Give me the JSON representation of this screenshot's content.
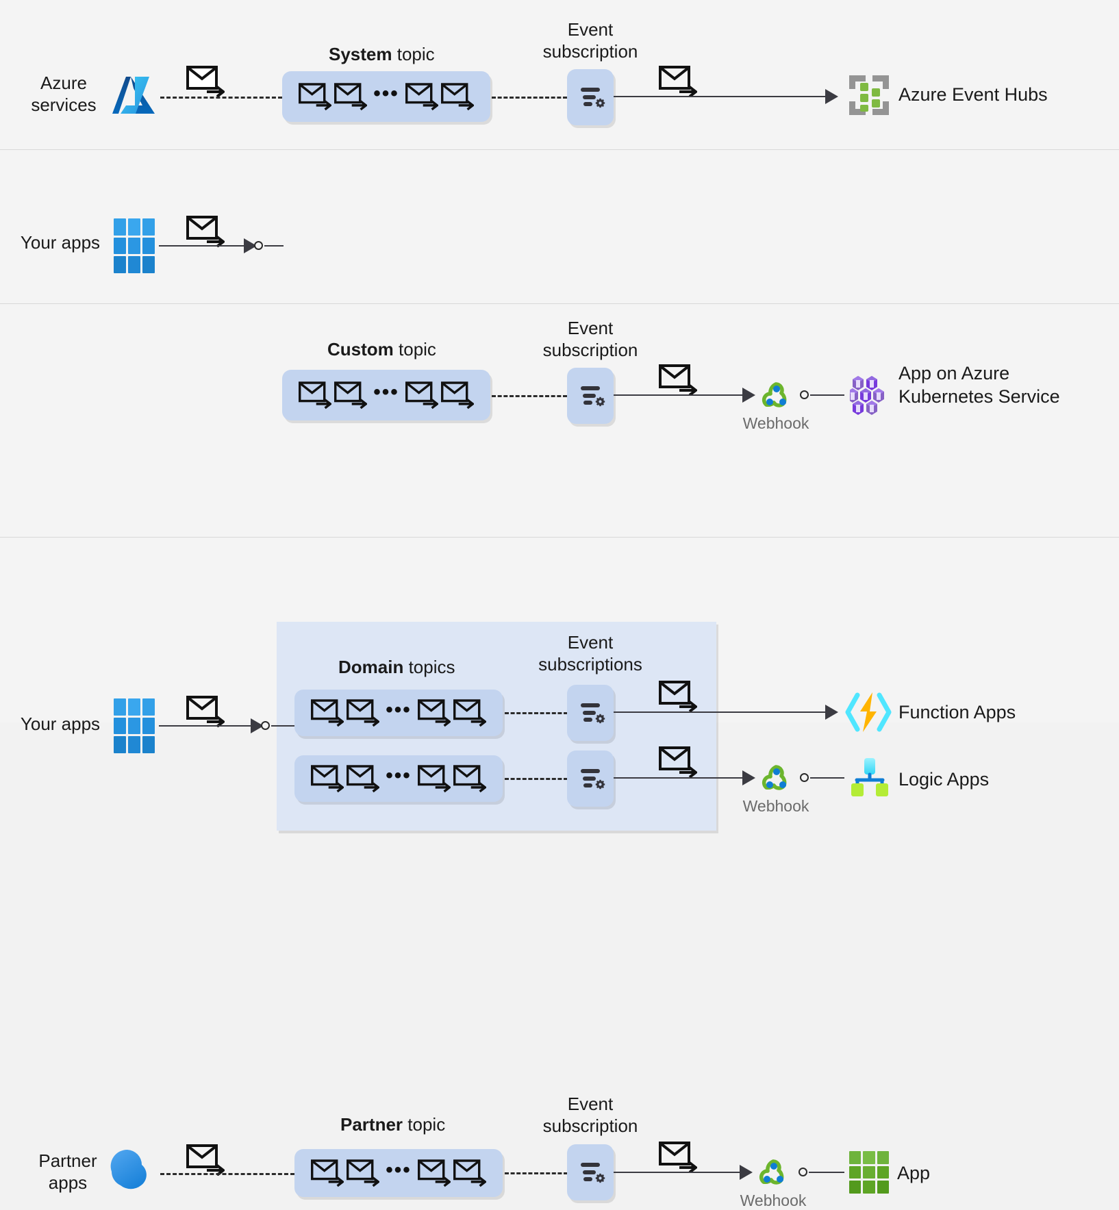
{
  "diagram": {
    "title": "Azure Event Grid event sources, topics, subscriptions and handlers",
    "colors": {
      "background": "#f2f2f2",
      "band": "#f4f4f4",
      "topic_pill": "#c3d4ef",
      "domain_box": "#dde6f5",
      "line": "#3b3b42",
      "azure_blue": "#0078d4",
      "eventhubs_green": "#7fba42",
      "eventhubs_gray": "#949494",
      "webhook_green": "#6cb52d",
      "webhook_blue": "#0f7dd4",
      "aks_purple": "#773adc",
      "functions_yellow": "#ffb400",
      "functions_cyan": "#50e6ff",
      "logicapps_cyan": "#50e6ff",
      "logicapps_green": "#b4ec36",
      "app_green": "#5ea525",
      "muted_text": "#6b6b6b"
    },
    "dots_glyph": "•••"
  },
  "rows": [
    {
      "id": "system",
      "source": {
        "label": "Azure\nservices",
        "icon": "azure-logo-icon"
      },
      "source_connector": "dashed",
      "topic": {
        "title_bold": "System",
        "title_rest": " topic",
        "envelopes": 4,
        "dots": "•••"
      },
      "topic_to_sub_connector": "dashed",
      "subscription": {
        "label": "Event\nsubscription",
        "icon": "event-subscription-filter-icon",
        "count": 1
      },
      "handlers": [
        {
          "label": "Azure Event Hubs",
          "icon": "azure-event-hubs-icon",
          "via_webhook": false,
          "webhook_label": null,
          "connector": "solid-arrow"
        }
      ]
    },
    {
      "id": "custom",
      "source": {
        "label": "Your apps",
        "icon": "your-apps-grid-icon"
      },
      "source_connector": "solid-arrow-circle",
      "topic": {
        "title_bold": "Custom",
        "title_rest": " topic",
        "envelopes": 4,
        "dots": "•••"
      },
      "topic_to_sub_connector": "dashed",
      "subscription": {
        "label": "Event\nsubscription",
        "icon": "event-subscription-filter-icon",
        "count": 1
      },
      "handlers": [
        {
          "label": "App on Azure\nKubernetes Service",
          "icon": "azure-kubernetes-service-icon",
          "via_webhook": true,
          "webhook_label": "Webhook",
          "connector": "solid-arrow"
        }
      ]
    },
    {
      "id": "domain",
      "source": {
        "label": "Your apps",
        "icon": "your-apps-grid-icon"
      },
      "source_connector": "solid-arrow-circle",
      "topic": {
        "title_bold": "Domain",
        "title_rest": " topics",
        "envelopes": 4,
        "dots": "•••",
        "instances": 2
      },
      "topic_to_sub_connector": "dashed",
      "subscription": {
        "label": "Event\nsubscriptions",
        "icon": "event-subscription-filter-icon",
        "count": 2
      },
      "handlers": [
        {
          "label": "Function Apps",
          "icon": "azure-functions-icon",
          "via_webhook": false,
          "webhook_label": null,
          "connector": "solid-arrow"
        },
        {
          "label": "Logic Apps",
          "icon": "azure-logic-apps-icon",
          "via_webhook": true,
          "webhook_label": "Webhook",
          "connector": "solid-arrow"
        }
      ]
    },
    {
      "id": "partner",
      "source": {
        "label": "Partner\napps",
        "icon": "cloud-icon"
      },
      "source_connector": "dashed",
      "topic": {
        "title_bold": "Partner",
        "title_rest": " topic",
        "envelopes": 4,
        "dots": "•••"
      },
      "topic_to_sub_connector": "dashed",
      "subscription": {
        "label": "Event\nsubscription",
        "icon": "event-subscription-filter-icon",
        "count": 1
      },
      "handlers": [
        {
          "label": "App",
          "icon": "app-grid-green-icon",
          "via_webhook": true,
          "webhook_label": "Webhook",
          "connector": "solid-arrow"
        }
      ]
    }
  ]
}
